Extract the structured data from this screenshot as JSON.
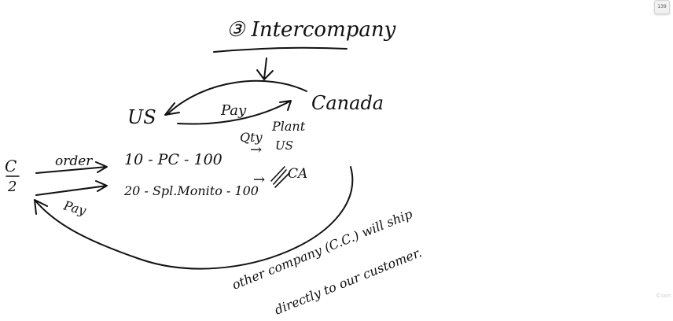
{
  "page_badge": "139",
  "watermark": "©lam",
  "title": "③ Intercompany",
  "nodes": {
    "us": "US",
    "canada": "Canada",
    "customer_top": "C",
    "customer_bottom": "2"
  },
  "edges": {
    "pay_top": "Pay",
    "order": "order",
    "pay_left": "Pay"
  },
  "table": {
    "qty_header": "Qty",
    "plant_header": "Plant",
    "row1": {
      "item": "10 - PC - 100",
      "arrow": "→",
      "plant": "US"
    },
    "row2": {
      "item": "20 - Spl.Monito - 100",
      "arrow": "→",
      "plant": "CA"
    }
  },
  "note": {
    "line1": "other company (C.C.) will ship",
    "line2": "directly to our customer."
  }
}
